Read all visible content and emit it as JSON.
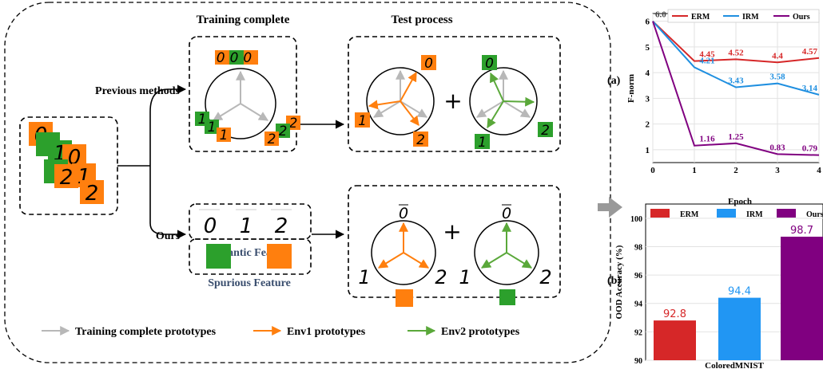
{
  "diagram": {
    "headers": {
      "training": "Training complete",
      "test": "Test process"
    },
    "methods": {
      "previous": "Previous methods",
      "ours": "Ours"
    },
    "feature_labels": {
      "semantic": "Semantic Feature",
      "spurious": "Spurious Feature"
    },
    "plus": "+",
    "digits": {
      "d0": "0",
      "d1": "1",
      "d2": "2"
    },
    "digit_row": "000",
    "legend": {
      "gray": "Training complete prototypes",
      "orange": "Env1 prototypes",
      "green": "Env2 prototypes"
    },
    "colors": {
      "orange": "#ff7f0e",
      "green": "#2ca02c",
      "gray": "#b8b8b8",
      "arrow_gray": "#999999"
    }
  },
  "panel_labels": {
    "a": "(a)",
    "b": "(b)"
  },
  "chart_data": [
    {
      "type": "line",
      "xlabel": "Epoch",
      "ylabel": "F-norm",
      "x": [
        0,
        1,
        2,
        3,
        4
      ],
      "xlim": [
        0,
        4
      ],
      "ylim": [
        0.5,
        6.3
      ],
      "x_ticks": [
        "0",
        "1",
        "2",
        "3",
        "4"
      ],
      "y_ticks": [
        "1",
        "2",
        "3",
        "4",
        "5",
        "6"
      ],
      "grid": true,
      "legend_position": "top",
      "series": [
        {
          "name": "ERM",
          "color": "#d62728",
          "values": [
            6.0,
            4.45,
            4.52,
            4.4,
            4.57
          ],
          "labels": [
            "6.0",
            "4.45",
            "4.52",
            "4.4",
            "4.57"
          ]
        },
        {
          "name": "IRM",
          "color": "#1f8fe0",
          "values": [
            6.0,
            4.21,
            3.43,
            3.58,
            3.14
          ],
          "labels": [
            "",
            "4.21",
            "3.43",
            "3.58",
            "3.14"
          ]
        },
        {
          "name": "Ours",
          "color": "#800080",
          "values": [
            6.0,
            1.16,
            1.25,
            0.83,
            0.79
          ],
          "labels": [
            "",
            "1.16",
            "1.25",
            "0.83",
            "0.79"
          ]
        }
      ]
    },
    {
      "type": "bar",
      "xlabel": "ColoredMNIST",
      "ylabel": "OOD Accuracy (%)",
      "ylim": [
        90,
        101
      ],
      "y_ticks": [
        "90",
        "92",
        "94",
        "96",
        "98",
        "100"
      ],
      "grid": true,
      "legend_position": "top",
      "series": [
        {
          "name": "ERM",
          "color": "#d62728",
          "value": 92.8,
          "label": "92.8"
        },
        {
          "name": "IRM",
          "color": "#2196f3",
          "value": 94.4,
          "label": "94.4"
        },
        {
          "name": "Ours",
          "color": "#800080",
          "value": 98.7,
          "label": "98.7"
        }
      ]
    }
  ]
}
